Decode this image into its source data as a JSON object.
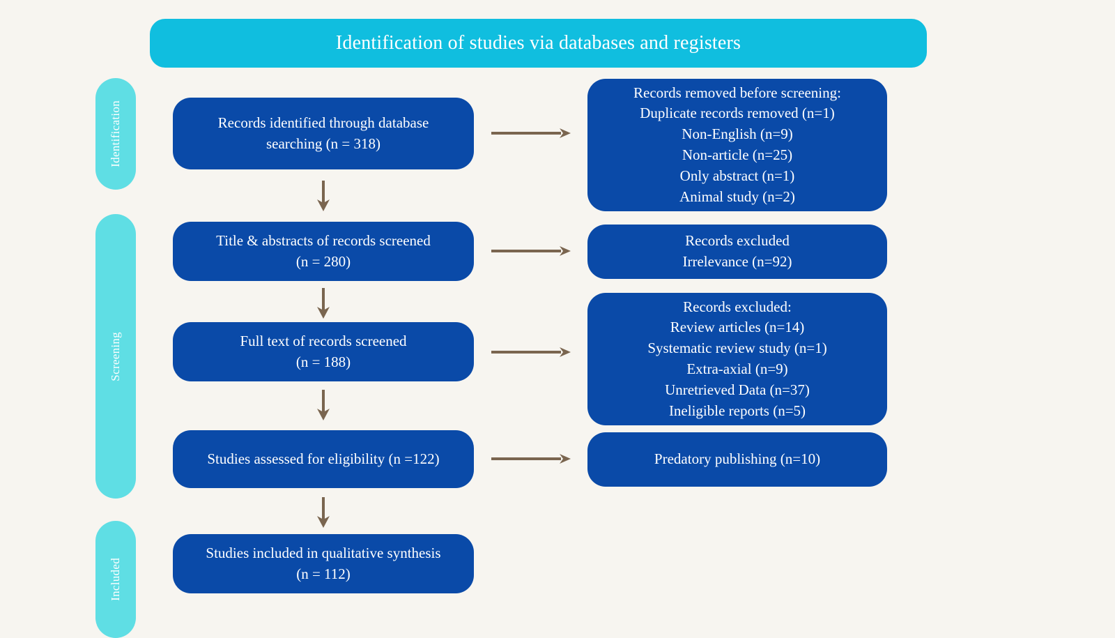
{
  "header": {
    "title": "Identification of studies via databases and registers"
  },
  "colors": {
    "background": "#f7f5f0",
    "header_banner": "#10bedf",
    "stage_pill": "#5fdee4",
    "flow_box": "#0a4aa8",
    "box_text": "#ffffff",
    "arrow": "#7a654f"
  },
  "stages": [
    {
      "id": "identification",
      "label": "Identification"
    },
    {
      "id": "screening",
      "label": "Screening"
    },
    {
      "id": "included",
      "label": "Included"
    }
  ],
  "flow": {
    "identified": "Records identified through database\nsearching (n = 318)",
    "removed_before_screening": "Records removed before screening:\nDuplicate records removed (n=1)\nNon-English (n=9)\nNon-article (n=25)\nOnly abstract (n=1)\nAnimal study (n=2)",
    "title_abstracts_screened": "Title & abstracts of records screened\n(n = 280)",
    "records_excluded_screening": "Records excluded\nIrrelevance (n=92)",
    "fulltext_screened": "Full text of records screened\n(n = 188)",
    "records_excluded_fulltext": "Records excluded:\nReview articles (n=14)\nSystematic review study (n=1)\nExtra-axial (n=9)\nUnretrieved Data (n=37)\nIneligible reports (n=5)",
    "assessed_eligibility": "Studies assessed for eligibility (n =122)",
    "predatory_publishing": "Predatory publishing (n=10)",
    "included_qualitative": "Studies included in qualitative synthesis\n(n = 112)"
  },
  "chart_data": {
    "type": "diagram",
    "title": "Identification of studies via databases and registers",
    "diagram_kind": "PRISMA flow diagram",
    "stages": [
      "Identification",
      "Screening",
      "Included"
    ],
    "nodes": [
      {
        "id": "identified",
        "stage": "Identification",
        "column": "left",
        "label": "Records identified through database searching",
        "n": 318
      },
      {
        "id": "removed_before_screening",
        "stage": "Identification",
        "column": "right",
        "label": "Records removed before screening",
        "items": [
          {
            "label": "Duplicate records removed",
            "n": 1
          },
          {
            "label": "Non-English",
            "n": 9
          },
          {
            "label": "Non-article",
            "n": 25
          },
          {
            "label": "Only abstract",
            "n": 1
          },
          {
            "label": "Animal study",
            "n": 2
          }
        ]
      },
      {
        "id": "title_abstracts_screened",
        "stage": "Screening",
        "column": "left",
        "label": "Title & abstracts of records screened",
        "n": 280
      },
      {
        "id": "records_excluded_screening",
        "stage": "Screening",
        "column": "right",
        "label": "Records excluded",
        "items": [
          {
            "label": "Irrelevance",
            "n": 92
          }
        ]
      },
      {
        "id": "fulltext_screened",
        "stage": "Screening",
        "column": "left",
        "label": "Full text of records screened",
        "n": 188
      },
      {
        "id": "records_excluded_fulltext",
        "stage": "Screening",
        "column": "right",
        "label": "Records excluded",
        "items": [
          {
            "label": "Review articles",
            "n": 14
          },
          {
            "label": "Systematic review study",
            "n": 1
          },
          {
            "label": "Extra-axial",
            "n": 9
          },
          {
            "label": "Unretrieved Data",
            "n": 37
          },
          {
            "label": "Ineligible reports",
            "n": 5
          }
        ]
      },
      {
        "id": "assessed_eligibility",
        "stage": "Screening",
        "column": "left",
        "label": "Studies assessed for eligibility",
        "n": 122
      },
      {
        "id": "predatory_publishing",
        "stage": "Screening",
        "column": "right",
        "label": "Predatory publishing",
        "n": 10
      },
      {
        "id": "included_qualitative",
        "stage": "Included",
        "column": "left",
        "label": "Studies included in qualitative synthesis",
        "n": 112
      }
    ],
    "edges": [
      {
        "from": "identified",
        "to": "removed_before_screening",
        "direction": "right"
      },
      {
        "from": "identified",
        "to": "title_abstracts_screened",
        "direction": "down"
      },
      {
        "from": "title_abstracts_screened",
        "to": "records_excluded_screening",
        "direction": "right"
      },
      {
        "from": "title_abstracts_screened",
        "to": "fulltext_screened",
        "direction": "down"
      },
      {
        "from": "fulltext_screened",
        "to": "records_excluded_fulltext",
        "direction": "right"
      },
      {
        "from": "fulltext_screened",
        "to": "assessed_eligibility",
        "direction": "down"
      },
      {
        "from": "assessed_eligibility",
        "to": "predatory_publishing",
        "direction": "right"
      },
      {
        "from": "assessed_eligibility",
        "to": "included_qualitative",
        "direction": "down"
      }
    ]
  }
}
